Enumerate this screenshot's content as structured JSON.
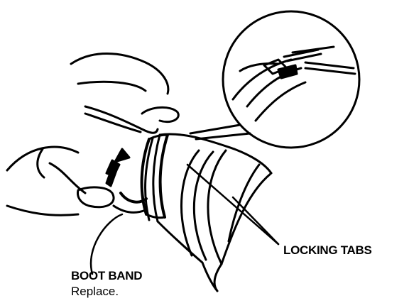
{
  "labels": {
    "locking_tabs": "LOCKING TABS",
    "boot_band": "BOOT BAND",
    "replace": "Replace."
  }
}
